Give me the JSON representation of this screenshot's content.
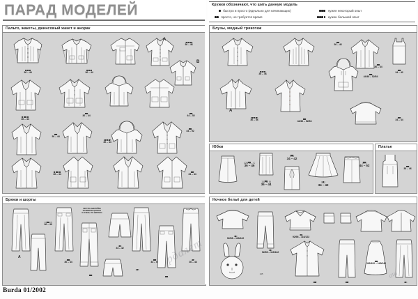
{
  "masthead": {
    "title": "ПАРАД МОДЕЛЕЙ"
  },
  "legend": {
    "title": "Кружки обозначают, что шить данную модель",
    "items": [
      {
        "dots": 1,
        "text": "быстро и просто (идеально для начинающих)"
      },
      {
        "dots": 2,
        "text": "просто, но требуется время"
      },
      {
        "dots": 3,
        "text": "нужен некоторый опыт"
      },
      {
        "dots": 4,
        "text": "нужен большой опыт"
      }
    ]
  },
  "sections": [
    {
      "id": "coats",
      "title": "Пальто, жакеты, джинсовый жакет и анорак"
    },
    {
      "id": "blouses",
      "title": "Блузы, модный трикотаж"
    },
    {
      "id": "skirts",
      "title": "Юбки"
    },
    {
      "id": "dress",
      "title": "Платье"
    },
    {
      "id": "trousers",
      "title": "Брюки и шорты"
    },
    {
      "id": "kidsnight",
      "title": "Ночное бельё для детей"
    }
  ],
  "notes": {
    "trousers_note": "ВЫКРОЙКА\nРАЗМЕРОВ ЦЕЛЬНО",
    "trousers_note2": "ЭКСТРА-ВЫКРОЙКА\nРАЗМЕРОВ ЦЕЛЬНО\nИ ОЧЕНЬ ПО ШИРОКО"
  },
  "variant_letters": {
    "a": "A",
    "b": "B",
    "c": "C",
    "pants_a": "A"
  },
  "coats": [
    {
      "dots": 3,
      "no": "101",
      "size": "36 – 44"
    },
    {
      "dots": 3,
      "no": "102",
      "size": "36 – 44"
    },
    {
      "dots": 2,
      "no": "103",
      "size": "36 – 44"
    },
    {
      "dots": 3,
      "no": "105 A, B",
      "size": "36 – 46"
    },
    {
      "dots": 2,
      "no": "104",
      "size": "36 – 44"
    },
    {
      "dots": 4,
      "no": "106",
      "size": "36 – 44"
    },
    {
      "dots": 2,
      "no": "110",
      "size": "34 – 42"
    },
    {
      "dots": 2,
      "no": "107",
      "size": "34 – 44"
    },
    {
      "dots": 2,
      "no": "109",
      "size": "44 – 52"
    },
    {
      "dots": 3,
      "no": "108",
      "size": "36 – 44"
    },
    {
      "dots": 2,
      "no": "112",
      "size": "36 – 44"
    },
    {
      "dots": 3,
      "no": "113 A, B",
      "size": "36 – 44"
    },
    {
      "dots": 2,
      "no": "111",
      "size": "44 – 52"
    },
    {
      "dots": 2,
      "no": "114",
      "size": "36 – 44"
    }
  ],
  "blouses": [
    {
      "dots": 3,
      "no": "116",
      "size": "36 – 46"
    },
    {
      "dots": 2,
      "no": "117",
      "size": "36 – 46"
    },
    {
      "dots": 2,
      "no": "120",
      "size": "44/46 – 52/54"
    },
    {
      "dots": 2,
      "no": "123",
      "size": "34 – 42"
    },
    {
      "dots": 3,
      "no": "118 A, B",
      "size": "36 – 46"
    },
    {
      "dots": 2,
      "no": "121",
      "size": "36 – 44"
    },
    {
      "dots": 2,
      "no": "124",
      "size": "34 – 42"
    },
    {
      "dots": 2,
      "no": "119",
      "size": "36 – 44"
    },
    {
      "dots": 2,
      "no": "122",
      "size": "44/46 – 52/54"
    },
    {
      "dots": 2,
      "no": "127",
      "size": "34 – 44"
    }
  ],
  "skirts": [
    {
      "dots": 2,
      "no": "128 A – C",
      "size": "36 – 46"
    },
    {
      "dots": 2,
      "no": "111 A, B",
      "size": "36 – 44"
    },
    {
      "dots": 2,
      "no": "130",
      "size": "34 – 42"
    },
    {
      "dots": 1,
      "no": "132",
      "size": "34 – 42"
    },
    {
      "dots": 2,
      "no": "129",
      "size": "44 – 52"
    },
    {
      "dots": 2,
      "no": "131",
      "size": "36 – 44"
    }
  ],
  "dress": [
    {
      "dots": 2,
      "no": "133",
      "size": "36 – 46"
    }
  ],
  "trousers": [
    {
      "dots": 2,
      "no": "135 A, B",
      "size": "36 – 46"
    },
    {
      "dots": 2,
      "no": "136",
      "size": "36 – 44"
    },
    {
      "dots": 2,
      "no": "139",
      "size": "36 – 44"
    },
    {
      "dots": 1,
      "no": "134",
      "size": "34 – 42"
    },
    {
      "dots": 1,
      "no": "138",
      "size": "34 – 42"
    },
    {
      "dots": 2,
      "no": "137",
      "size": "44 – 52"
    },
    {
      "dots": 2,
      "no": "141",
      "size": "36 – 44"
    },
    {
      "dots": 1,
      "no": "117",
      "size": "36 – 44"
    },
    {
      "dots": 2,
      "no": "140",
      "size": "36 – 44"
    }
  ],
  "kidsnight": [
    {
      "dots": 1,
      "no": "139",
      "size": "92/98 – 116/122"
    },
    {
      "dots": 1,
      "no": "140",
      "size": "92/98 – 116/122"
    },
    {
      "dots": 1,
      "no": "141",
      "size": "92/98 – 116/122"
    },
    {
      "dots": 2,
      "no": "142",
      "size": "116/122 – 140/146"
    },
    {
      "dots": 2,
      "no": "143",
      "size": "116/122 – 140/146"
    },
    {
      "dots": 1,
      "no": "144",
      "size": "116/122 – 140/146"
    },
    {
      "dots": 1,
      "no": "145",
      "size": "116/122 – 140/146"
    }
  ],
  "footer": {
    "text": "Burda 01/2002"
  },
  "watermark": {
    "text": "рдалет",
    "text2": "аш"
  },
  "colors": {
    "page_bg": "#fdfdfd",
    "panel_bg": "#d4d4d4",
    "frame": "#8d8d8d",
    "title_gray": "#8f8f8f",
    "garment_fill": "#f7f7f7",
    "ink": "#3d3d3d"
  }
}
